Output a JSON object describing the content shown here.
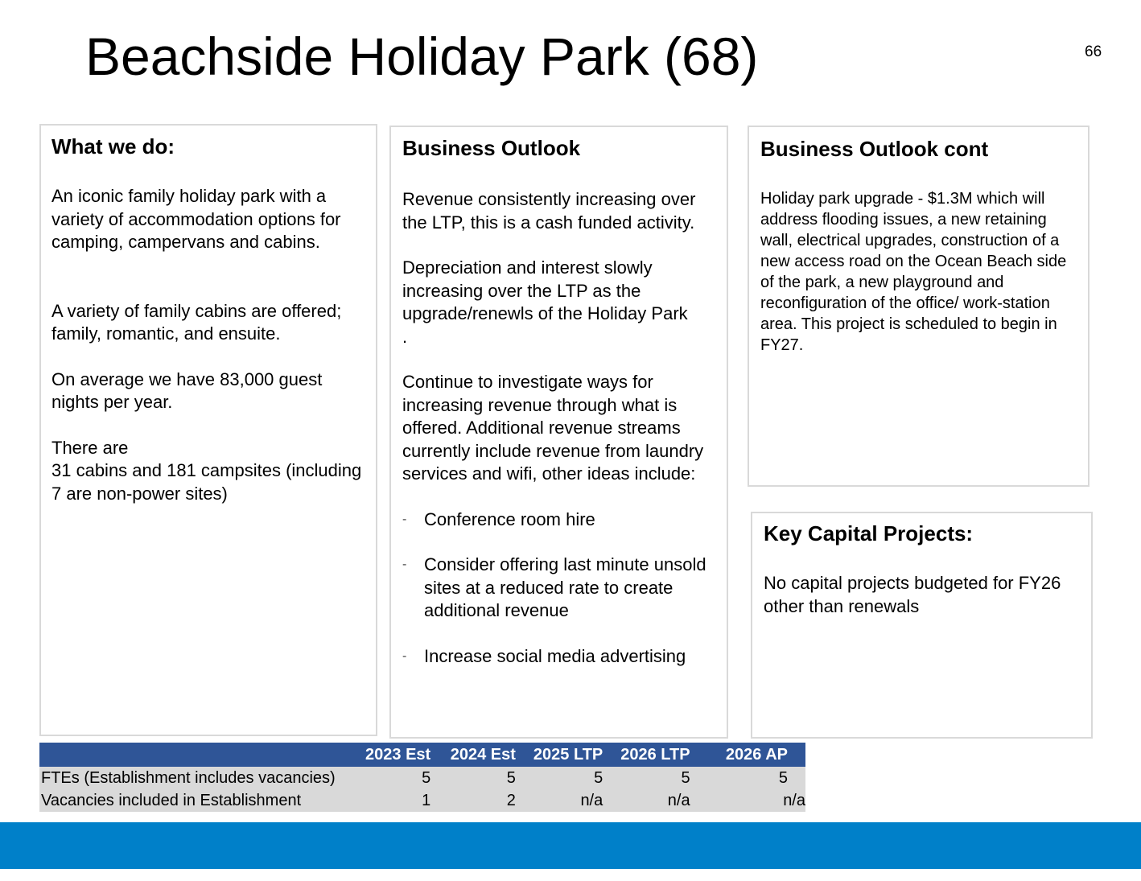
{
  "header": {
    "title": "Beachside Holiday Park (68)",
    "page_number": "66"
  },
  "what_we_do": {
    "heading": "What we do:",
    "paragraphs": [
      "An iconic family holiday park with a variety of accommodation options for camping, campervans and cabins.",
      "A variety of family cabins are offered; family, romantic, and ensuite.",
      "On average we have 83,000 guest nights per year.",
      "There are",
      "31 cabins and 181 campsites (including 7 are non-power sites)"
    ]
  },
  "business_outlook": {
    "heading": "Business Outlook",
    "paragraphs": [
      "Revenue consistently increasing over the LTP, this is a cash funded activity.",
      "Depreciation and interest slowly increasing over the LTP as the upgrade/renewls of the Holiday Park",
      ".",
      "Continue to investigate ways for increasing revenue through what is offered. Additional revenue streams currently include revenue from laundry services and wifi, other ideas include:"
    ],
    "bullet_marker": "-",
    "bullets": [
      "Conference room hire",
      "Consider offering last minute unsold sites at a reduced rate to create additional revenue",
      "Increase social media advertising"
    ]
  },
  "business_outlook_cont": {
    "heading": "Business Outlook cont",
    "text": "Holiday park upgrade - $1.3M which will address flooding issues, a new retaining wall, electrical upgrades, construction of a new access road on the Ocean Beach side of the park, a new playground and reconfiguration of the office/ work-station area. This project is scheduled to begin in FY27."
  },
  "key_capital_projects": {
    "heading": "Key Capital Projects:",
    "text": "No capital projects budgeted for FY26 other than renewals"
  },
  "fte_table": {
    "columns": [
      "",
      "2023 Est",
      "2024 Est",
      "2025 LTP",
      "2026 LTP",
      "2026 AP"
    ],
    "rows": [
      {
        "label": "FTEs (Establishment includes vacancies)",
        "values": [
          "5",
          "5",
          "5",
          "5",
          "5"
        ]
      },
      {
        "label": "Vacancies included in Establishment",
        "values": [
          "1",
          "2",
          "n/a",
          "n/a",
          "n/a"
        ]
      }
    ]
  },
  "colors": {
    "table_header_bg": "#2f5597",
    "table_row_bg": "#d9d9d9",
    "footer_band": "#0080c9",
    "box_border": "#d9d9d9"
  }
}
